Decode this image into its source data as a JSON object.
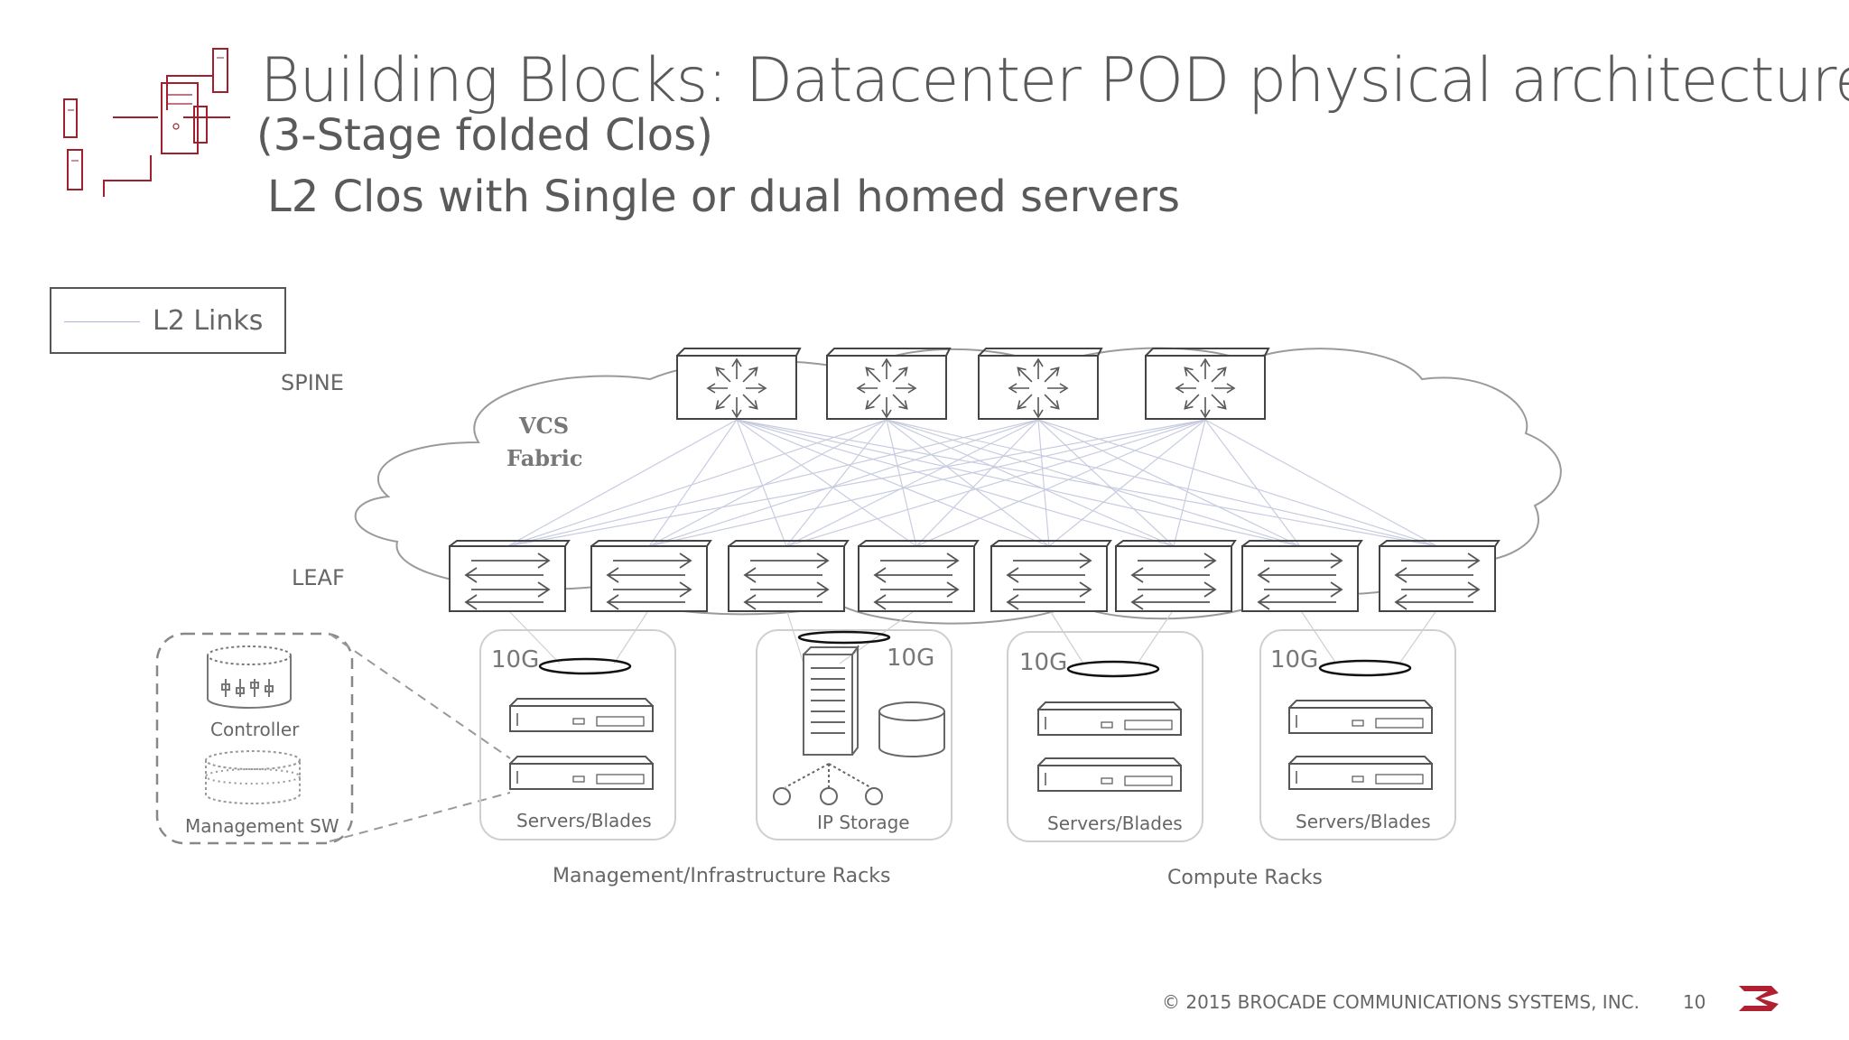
{
  "title": "Building Blocks: Datacenter POD physical architecture",
  "subtitle": "(3-Stage folded Clos)",
  "subheading": "L2 Clos with Single or dual homed servers",
  "legend": {
    "label": "L2 Links"
  },
  "tiers": {
    "spine": "SPINE",
    "leaf": "LEAF"
  },
  "fabric": {
    "line1": "VCS",
    "line2": "Fabric"
  },
  "racks": {
    "mgmt_servers": {
      "speed": "10G",
      "label": "Servers/Blades"
    },
    "ip_storage": {
      "speed": "10G",
      "label": "IP Storage"
    },
    "compute1": {
      "speed": "10G",
      "label": "Servers/Blades"
    },
    "compute2": {
      "speed": "10G",
      "label": "Servers/Blades"
    }
  },
  "mgmt_group": {
    "controller": "Controller",
    "management_sw": "Management SW"
  },
  "groups": {
    "management": "Management/Infrastructure Racks",
    "compute": "Compute Racks"
  },
  "footer": {
    "copyright": "© 2015 BROCADE COMMUNICATIONS SYSTEMS, INC.",
    "page": "10"
  },
  "colors": {
    "brand": "#b02030",
    "link": "#c8cce0",
    "text": "#5a5a5a"
  }
}
